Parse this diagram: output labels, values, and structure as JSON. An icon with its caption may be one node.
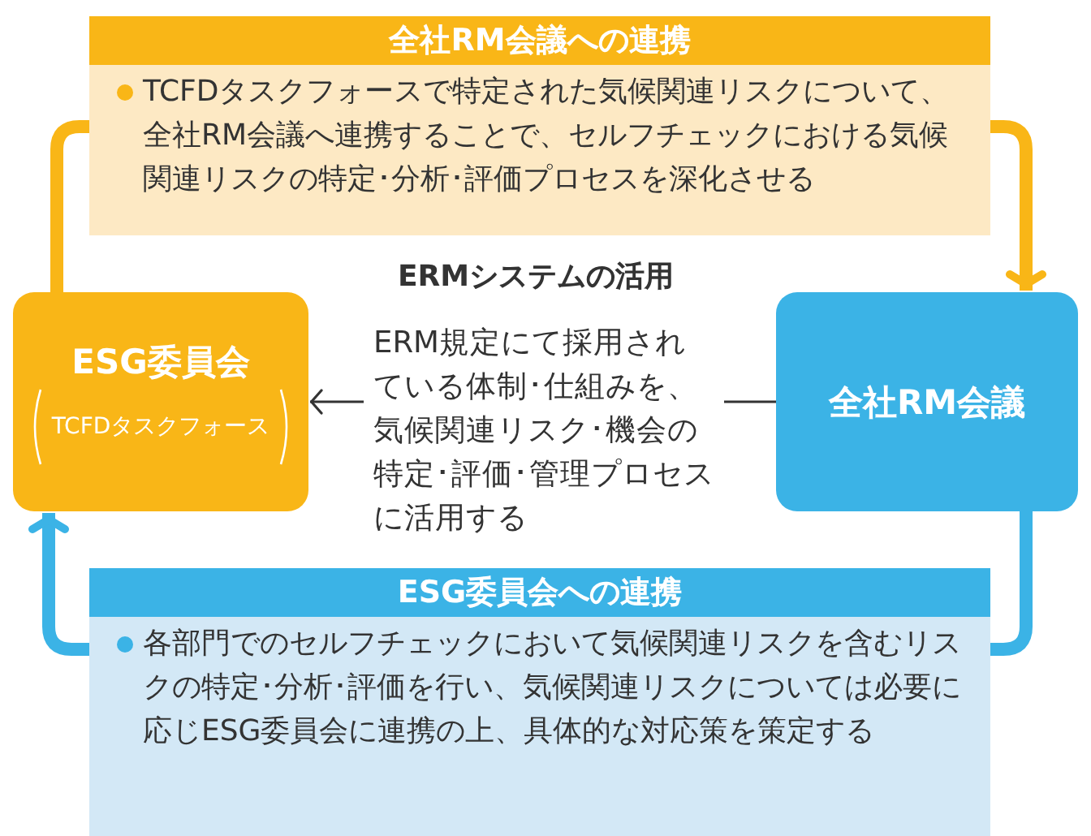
{
  "diagram": {
    "nodes": [
      {
        "text": [
          "全社RM会議への連携",
          "TCFDタスクフォースで特定された気候関連リスクについて、全社RM会議へ連携することで、セルフチェックにおける気候関連リスクの特定･分析･評価プロセスを深化させる"
        ]
      },
      {
        "text": [
          "ESG委員会",
          "TCFDタスクフォース"
        ]
      },
      {
        "text": [
          "全社RM会議"
        ]
      },
      {
        "text": [
          "ESG委員会への連携",
          "各部門でのセルフチェックにおいて気候関連リスクを含むリスクの特定･分析･評価を行い、気候関連リスクについては必要に応じESG委員会に連携の上、具体的な対応策を策定する"
        ]
      }
    ],
    "edges": [
      {
        "from": 1,
        "to": 0,
        "arrow": "none",
        "color": "#f9b617"
      },
      {
        "from": 0,
        "to": 2,
        "arrow": "to",
        "color": "#f9b617"
      },
      {
        "from": 2,
        "to": 3,
        "arrow": "none",
        "color": "#3bb3e6"
      },
      {
        "from": 3,
        "to": 1,
        "arrow": "to",
        "color": "#3bb3e6"
      },
      {
        "from": 2,
        "to": 1,
        "arrow": "to",
        "color": "#333333",
        "label": "ERM規定にて採用されている体制･仕組みを、気候関連リスク･機会の特定･評価･管理プロセスに活用する"
      }
    ],
    "labels": [
      "ERMシステムの活用"
    ]
  }
}
